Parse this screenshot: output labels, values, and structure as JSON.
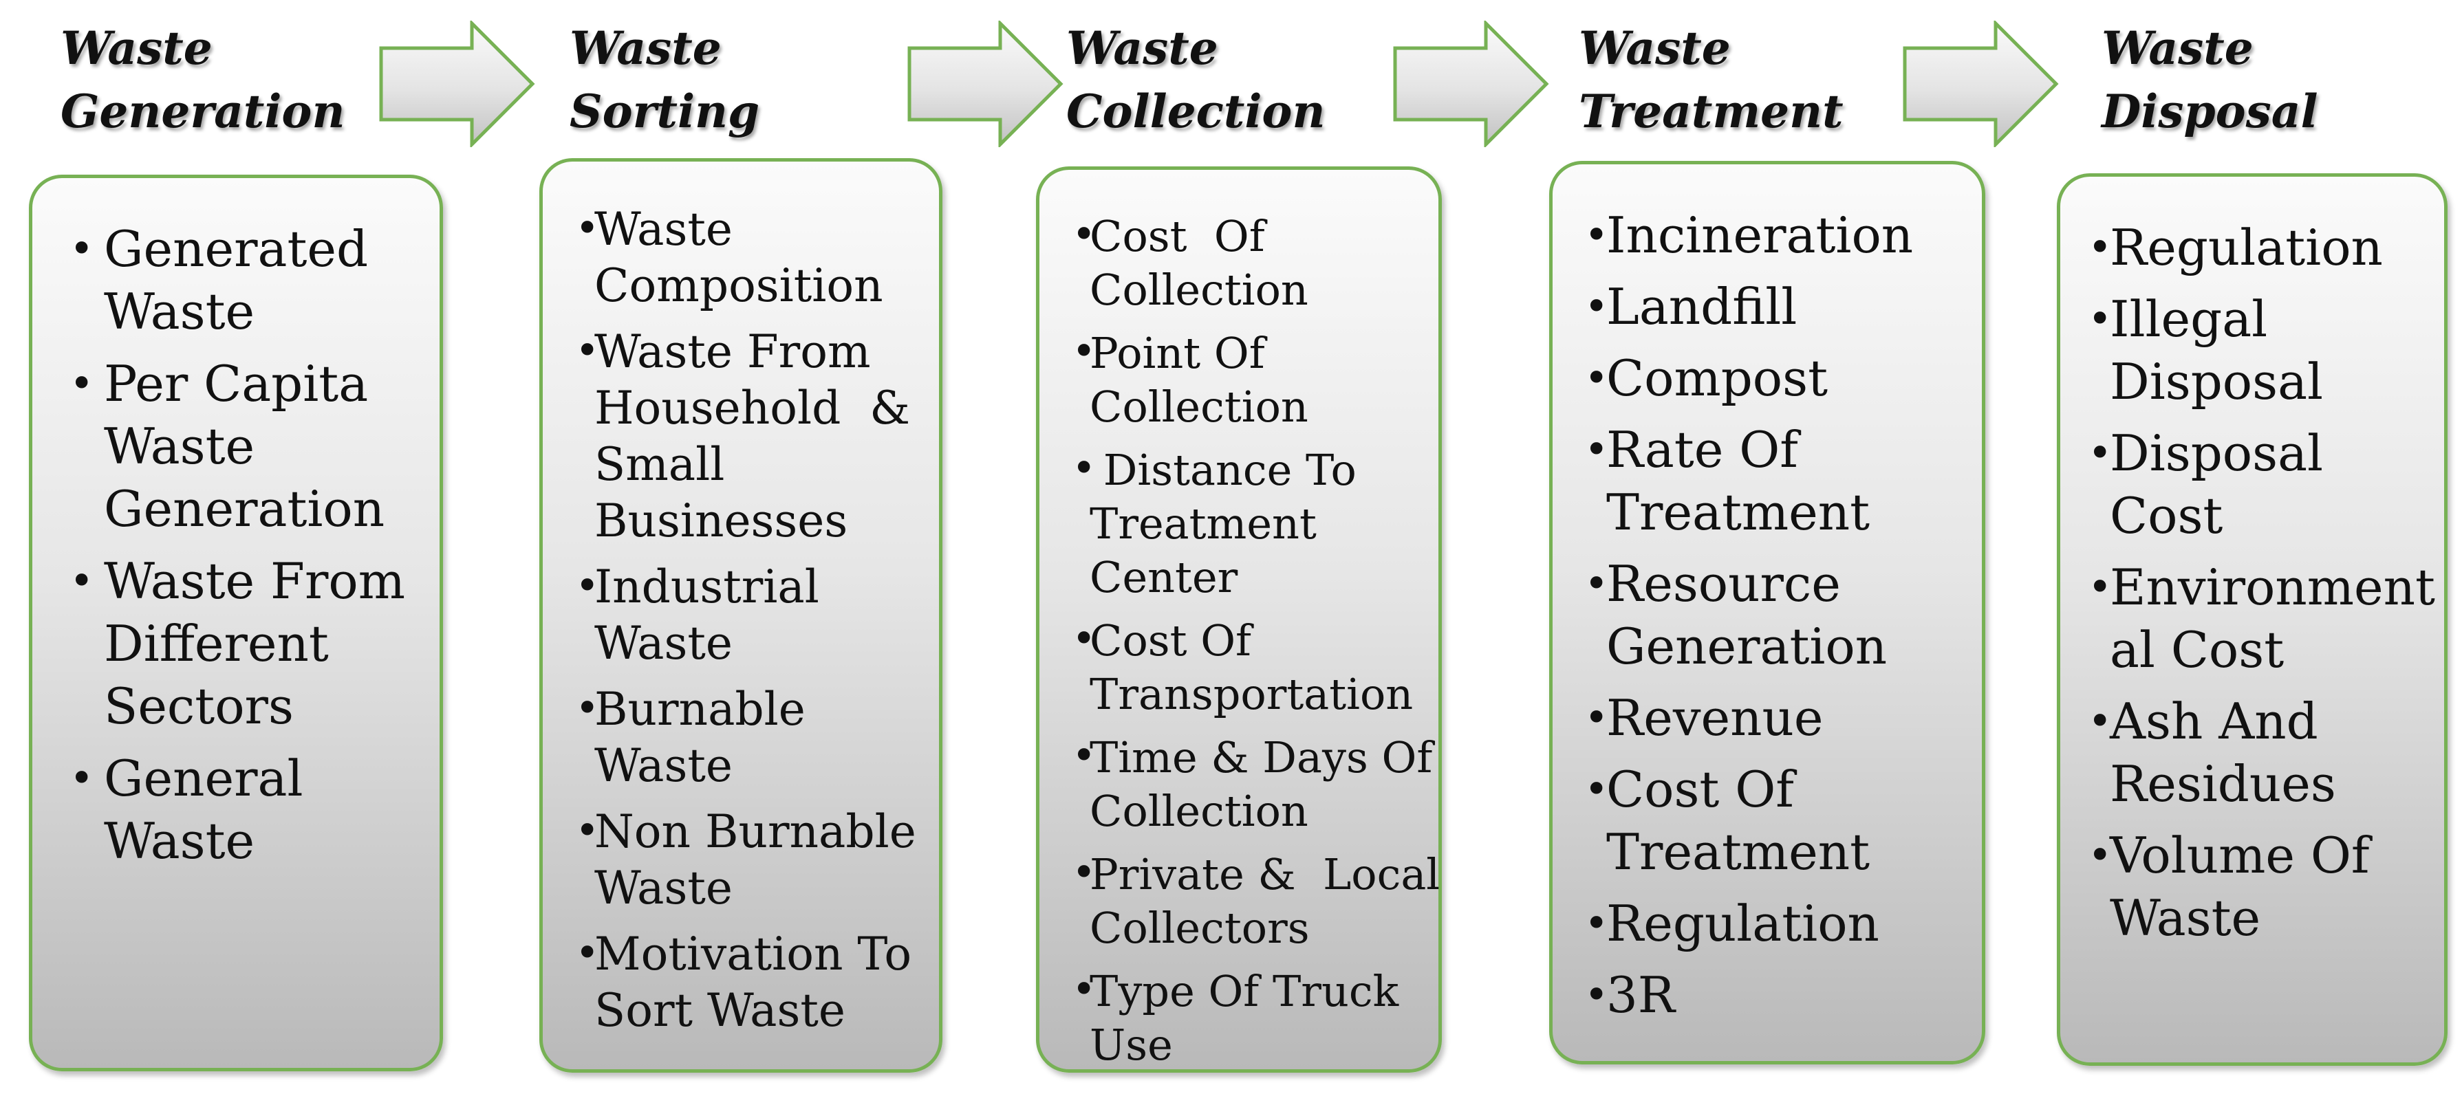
{
  "colors": {
    "box_border": "#77b154",
    "arrow_border": "#77b154",
    "box_gradient_top": "#fbfbfb",
    "box_gradient_bottom": "#b9b9b9",
    "text": "#111111"
  },
  "bullet_glyph": "•",
  "stages": [
    {
      "title_line1": "Waste",
      "title_line2": "Generation",
      "items": [
        [
          "Generated",
          "Waste"
        ],
        [
          "Per Capita",
          "Waste",
          "Generation"
        ],
        [
          "Waste From",
          "Different",
          "Sectors"
        ],
        [
          "General",
          "Waste"
        ]
      ]
    },
    {
      "title_line1": "Waste",
      "title_line2": "Sorting",
      "items": [
        [
          "Waste",
          "Composition"
        ],
        [
          "Waste From",
          "Household  &",
          "Small",
          "Businesses"
        ],
        [
          "Industrial",
          "Waste"
        ],
        [
          "Burnable",
          "Waste"
        ],
        [
          "Non Burnable",
          "Waste"
        ],
        [
          "Motivation To",
          "Sort Waste"
        ]
      ]
    },
    {
      "title_line1": "Waste",
      "title_line2": "Collection",
      "items": [
        [
          "Cost  Of",
          "Collection"
        ],
        [
          "Point Of",
          "Collection"
        ],
        [
          " Distance To",
          "Treatment",
          "Center"
        ],
        [
          "Cost Of",
          "Transportation"
        ],
        [
          "Time & Days Of",
          "Collection"
        ],
        [
          "Private &  Local",
          "Collectors"
        ],
        [
          "Type Of Truck",
          "Use"
        ]
      ]
    },
    {
      "title_line1": "Waste",
      "title_line2": "Treatment",
      "items": [
        [
          "Incineration"
        ],
        [
          "Landfill"
        ],
        [
          "Compost"
        ],
        [
          "Rate Of",
          "Treatment"
        ],
        [
          "Resource",
          "Generation"
        ],
        [
          "Revenue"
        ],
        [
          "Cost Of",
          "Treatment"
        ],
        [
          "Regulation"
        ],
        [
          "3R"
        ]
      ]
    },
    {
      "title_line1": "Waste",
      "title_line2": "Disposal",
      "items": [
        [
          "Regulation"
        ],
        [
          "Illegal",
          "Disposal"
        ],
        [
          "Disposal",
          "Cost"
        ],
        [
          "Environment",
          "al Cost"
        ],
        [
          "Ash And",
          "Residues"
        ],
        [
          "Volume Of",
          "Waste"
        ]
      ]
    }
  ]
}
